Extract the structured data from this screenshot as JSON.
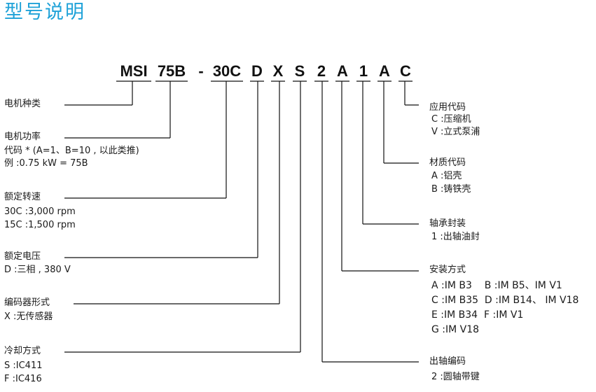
{
  "title": "型号说明",
  "code": {
    "motor_type": "MSI",
    "power": "75B",
    "dash": "-",
    "speed": "30C",
    "voltage": "D",
    "encoder": "X",
    "cooling": "S",
    "shaft": "2",
    "mounting": "A",
    "seal": "1",
    "material": "A",
    "application": "C"
  },
  "left": {
    "motor_type": {
      "label": "电机种类"
    },
    "power": {
      "label": "电机功率",
      "lines": [
        "代码 * (A=1、B=10 , 以此类推)",
        "例 :0.75 kW = 75B"
      ]
    },
    "speed": {
      "label": "额定转速",
      "lines": [
        "30C :3,000 rpm",
        "15C :1,500 rpm"
      ]
    },
    "voltage": {
      "label": "额定电压",
      "lines": [
        "D :三相 , 380 V"
      ]
    },
    "encoder": {
      "label": "编码器形式",
      "lines": [
        "X :无传感器"
      ]
    },
    "cooling": {
      "label": "冷却方式",
      "lines": [
        "S :IC411",
        "F :IC416"
      ]
    }
  },
  "right": {
    "application": {
      "label": "应用代码",
      "lines": [
        "C :压缩机",
        "V :立式泵浦"
      ]
    },
    "material": {
      "label": "材质代码",
      "lines": [
        "A :铝壳",
        "B :铸铁壳"
      ]
    },
    "seal": {
      "label": "轴承封装",
      "lines": [
        "1 :出轴油封"
      ]
    },
    "mounting": {
      "label": "安装方式",
      "lines": [
        "A :IM B3    B :IM B5、IM V1",
        "C :IM B35  D :IM B14、 IM V18",
        "E :IM B34  F :IM V1",
        "G :IM V18"
      ]
    },
    "shaft": {
      "label": "出轴编码",
      "lines": [
        "2 :圆轴带键"
      ]
    }
  }
}
